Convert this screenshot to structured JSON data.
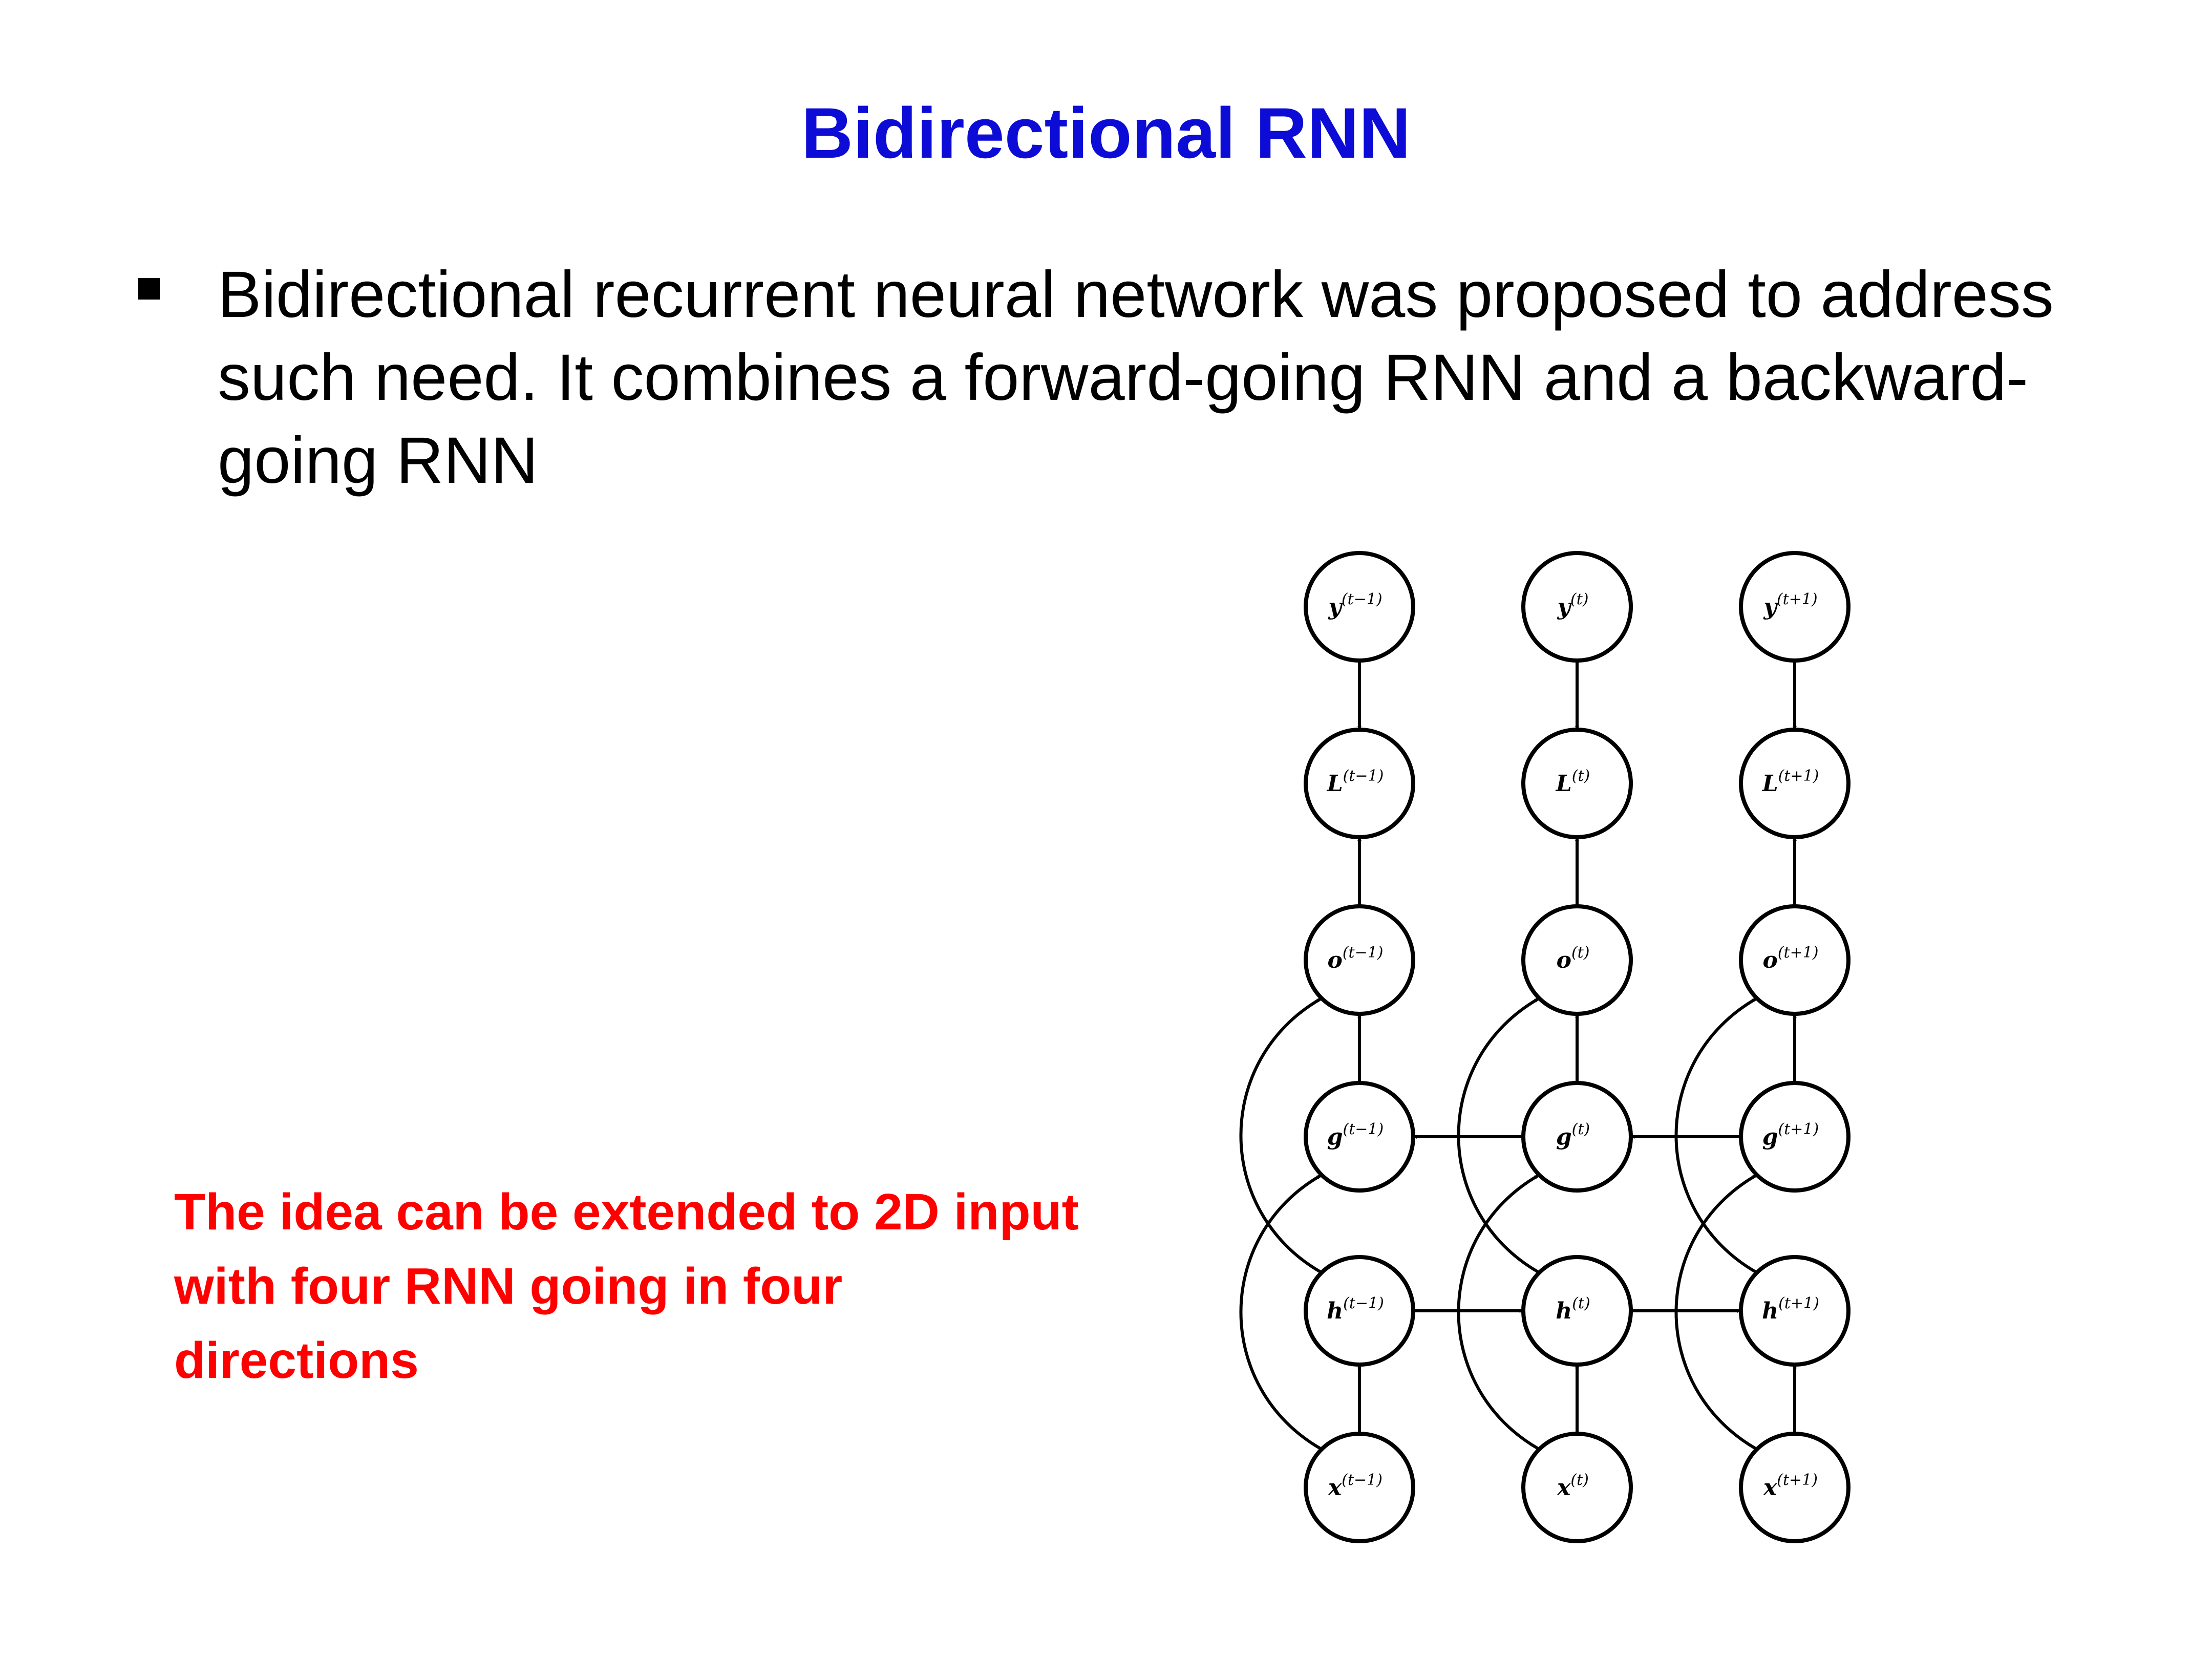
{
  "slide": {
    "title": "Bidirectional RNN",
    "bullet": "Bidirectional recurrent neural network was proposed to address such need. It combines a forward-going RNN and a backward-going RNN",
    "note": "The idea can be extended to 2D input with four RNN going in four directions",
    "colors": {
      "title": "#0c0cd6",
      "note": "#ff0000",
      "text": "#000000"
    }
  },
  "diagram": {
    "columns": [
      "t-1",
      "t",
      "t+1"
    ],
    "rows": [
      {
        "id": "y",
        "symbol": "y"
      },
      {
        "id": "L",
        "symbol": "L"
      },
      {
        "id": "o",
        "symbol": "o"
      },
      {
        "id": "g",
        "symbol": "g"
      },
      {
        "id": "h",
        "symbol": "h"
      },
      {
        "id": "x",
        "symbol": "x"
      }
    ],
    "edges": [
      {
        "from": "y",
        "to": "L",
        "kind": "vertical"
      },
      {
        "from": "o",
        "to": "L",
        "kind": "vertical"
      },
      {
        "from": "g",
        "to": "o",
        "kind": "vertical"
      },
      {
        "from": "h",
        "to": "o",
        "kind": "curve"
      },
      {
        "from": "x",
        "to": "h",
        "kind": "vertical"
      },
      {
        "from": "x",
        "to": "g",
        "kind": "curve"
      },
      {
        "from": "h",
        "to": "h",
        "kind": "forward"
      },
      {
        "from": "g",
        "to": "g",
        "kind": "backward"
      }
    ]
  }
}
